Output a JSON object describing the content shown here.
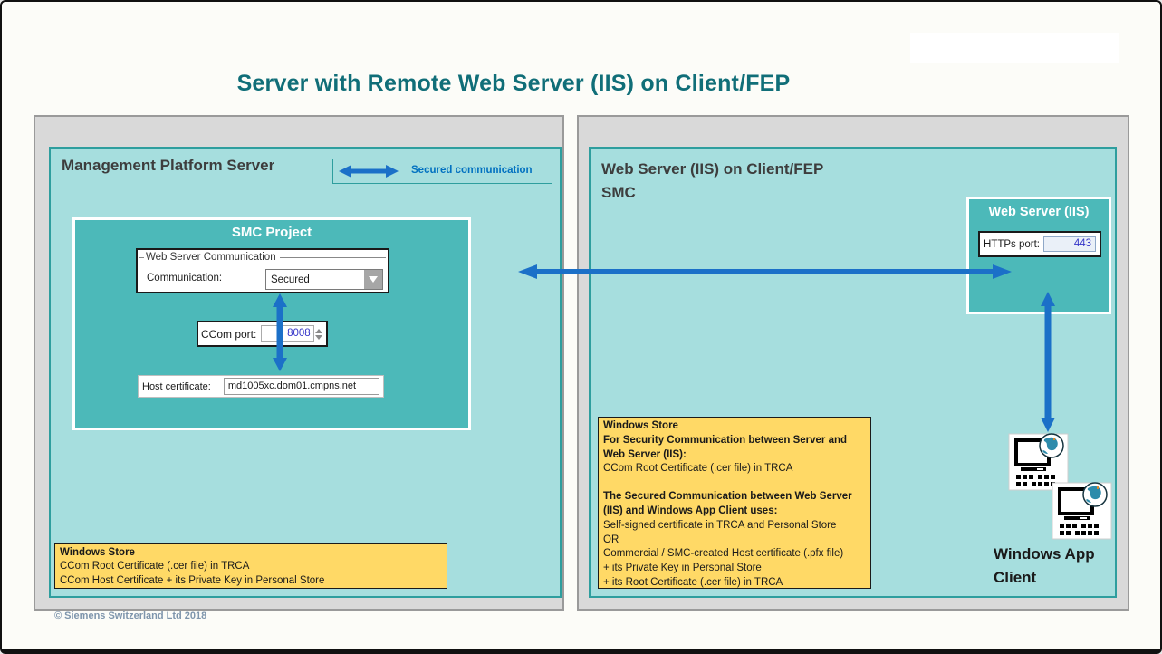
{
  "title": "Server with Remote Web Server (IIS) on Client/FEP",
  "legend": {
    "label": "Secured communication",
    "icon": "double-arrow-icon"
  },
  "left_panel": {
    "header": "Management Platform Server",
    "smc_project": {
      "title": "SMC Project",
      "group_label": "Web Server Communication",
      "communication_label": "Communication:",
      "communication_value": "Secured",
      "ccom_port_label": "CCom port:",
      "ccom_port_value": "8008",
      "host_cert_label": "Host certificate:",
      "host_cert_value": "md1005xc.dom01.cmpns.net"
    },
    "note_lines": [
      "Windows Store",
      "CCom Root Certificate (.cer file) in TRCA",
      "CCom Host Certificate + its Private Key in Personal Store"
    ],
    "footer": "© Siemens Switzerland Ltd 2018"
  },
  "right_panel": {
    "header_line1": "Web Server (IIS) on Client/FEP",
    "header_line2": "SMC",
    "web_server_box": {
      "title": "Web Server (IIS)",
      "https_port_label": "HTTPs port:",
      "https_port_value": "443"
    },
    "note_lines": [
      "Windows Store",
      "For  Security Communication  between Server and",
      "Web Server (IIS):",
      "CCom Root Certificate (.cer file) in TRCA",
      "",
      "The  Secured Communication  between Web Server",
      "(IIS) and Windows App Client  uses:",
      "Self-signed certificate in TRCA  and Personal Store",
      "OR",
      "Commercial / SMC-created Host certificate (.pfx file)",
      "+  its Private  Key in Personal Store",
      "+  its Root Certificate (.cer file) in TRCA"
    ],
    "client_label_line1": "Windows App",
    "client_label_line2": "Client",
    "client_icon": "computer-with-globe-icon"
  },
  "colors": {
    "title_teal": "#106E78",
    "panel_light_teal": "#A6DEDE",
    "panel_border_teal": "#2E9E9E",
    "box_medium_teal": "#4CB9B9",
    "arrow_blue": "#1B70C8",
    "legend_text_blue": "#0070C0",
    "note_yellow": "#FFD966",
    "gray_panel": "#D9D9D9",
    "port_value_blue": "#3535C8"
  }
}
